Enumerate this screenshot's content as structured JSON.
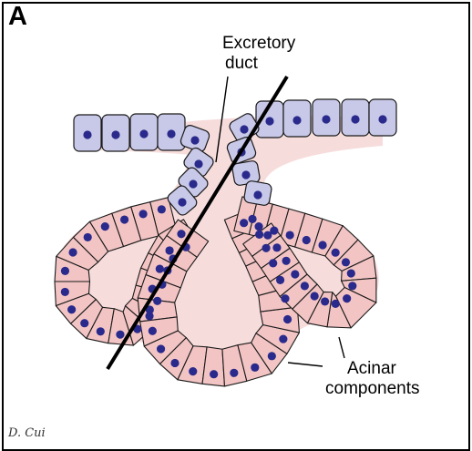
{
  "panel": {
    "letter": "A"
  },
  "labels": {
    "excretory_line1": "Excretory",
    "excretory_line2": "duct",
    "acinar_line1": "Acinar",
    "acinar_line2": "components"
  },
  "signature": "D. Cui",
  "colors": {
    "duct_cell": "#c8c8e8",
    "acinar_cell": "#f3c4c4",
    "nucleus": "#2a2a8c",
    "outline": "#1a1a1a",
    "interstitial": "#e89a9a"
  }
}
